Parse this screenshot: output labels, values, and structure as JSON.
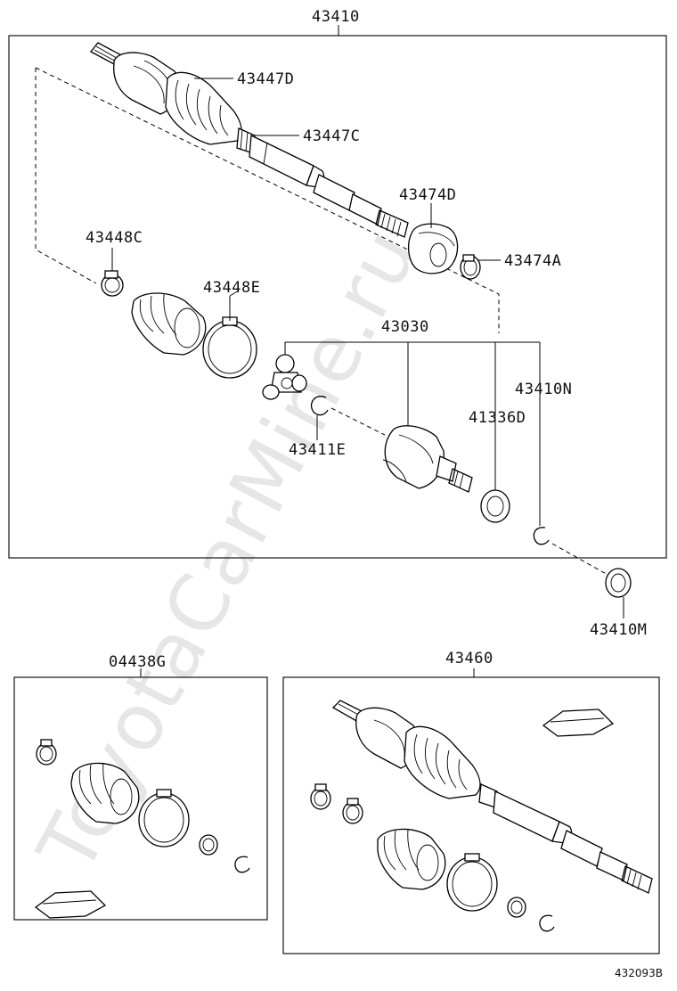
{
  "watermark": "ToyotaCarMine.ru",
  "diagram_code": "432093B",
  "labels": {
    "p43410": "43410",
    "p43447D": "43447D",
    "p43447C": "43447C",
    "p43474D": "43474D",
    "p43474A": "43474A",
    "p43448C": "43448C",
    "p43448E": "43448E",
    "p43030": "43030",
    "p43410N": "43410N",
    "p41336D": "41336D",
    "p43411E": "43411E",
    "p43410M": "43410M",
    "p04438G": "04438G",
    "p43460": "43460"
  }
}
